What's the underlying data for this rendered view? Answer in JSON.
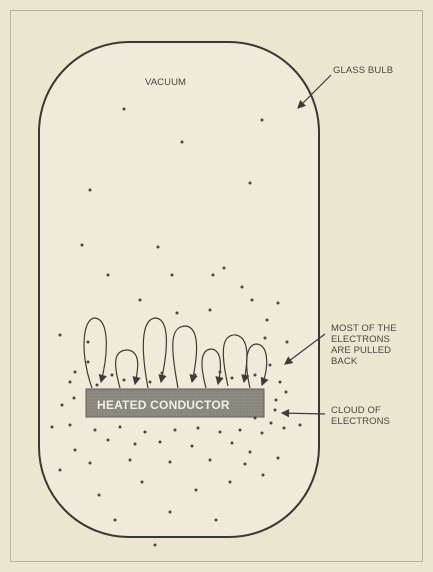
{
  "labels": {
    "vacuum": "VACUUM",
    "glass_bulb": "GLASS BULB",
    "pulled_back": [
      "MOST OF THE",
      "ELECTRONS",
      "ARE PULLED",
      "BACK"
    ],
    "cloud": [
      "CLOUD OF",
      "ELECTRONS"
    ],
    "conductor": "HEATED CONDUCTOR"
  },
  "colors": {
    "bulb_stroke": "#3a3834",
    "bulb_fill": "#efeada",
    "conductor_fill": "#8e8b83",
    "dot": "#4a4742",
    "line": "#3e3c38"
  }
}
